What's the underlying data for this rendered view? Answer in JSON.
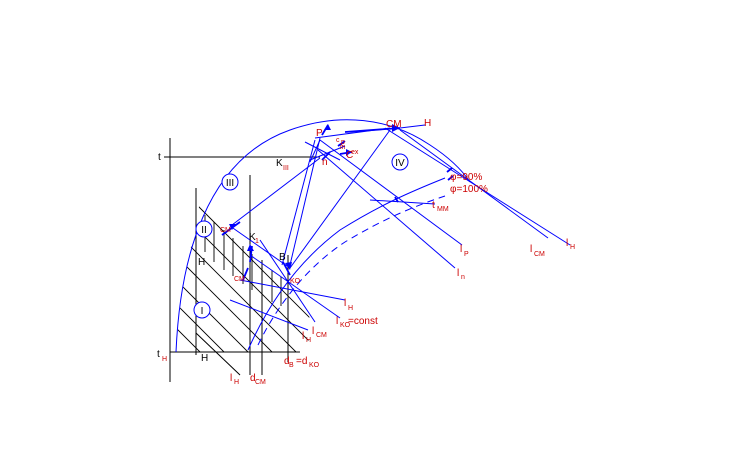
{
  "diagram": {
    "zones": [
      "III",
      "II",
      "I",
      "IV"
    ],
    "points": {
      "P": "P",
      "n": "n",
      "C": "C",
      "CM": "CM",
      "H_top": "H",
      "K": "K",
      "K_sub": "III",
      "K1": "K",
      "K1_sub": "1",
      "B": "B",
      "KO": "KO",
      "CM_small1": "CM",
      "CM_small2": "CM",
      "H_star": "H",
      "H_prime": "H"
    },
    "temps": {
      "t": "t",
      "tH": "t",
      "tH_sub": "H",
      "tMM": "t",
      "tMM_sub": "MM",
      "cp": "c",
      "cp_sub": "p",
      "in_lbl": "in",
      "ex_lbl": "ex"
    },
    "phi": {
      "phi90": "φ=90%",
      "phi100": "φ=100%"
    },
    "lines": {
      "lH": "l",
      "lH_sub": "H",
      "lCM": "l",
      "lCM_sub": "CM",
      "lP": "l",
      "lP_sub": "P",
      "ln": "l",
      "ln_sub": "n",
      "lH2": "l",
      "lH2_sub": "H",
      "lKO": "l",
      "lKO_sub": "KO",
      "lKO_eq": "=const",
      "lH1": "l",
      "lH1_sub": "H",
      "lCM2": "l",
      "lCM2_sub": "CM",
      "lH3": "l",
      "lH3_sub": "H"
    },
    "moisture": {
      "dCM": "d",
      "dCM_sub": "CM",
      "dB": "d",
      "dB_sub": "B",
      "dKO": "=d",
      "dKO_sub": "KO"
    },
    "colors": {
      "line": "#0000ff",
      "label": "#cc0000",
      "hatch": "#000000"
    }
  }
}
